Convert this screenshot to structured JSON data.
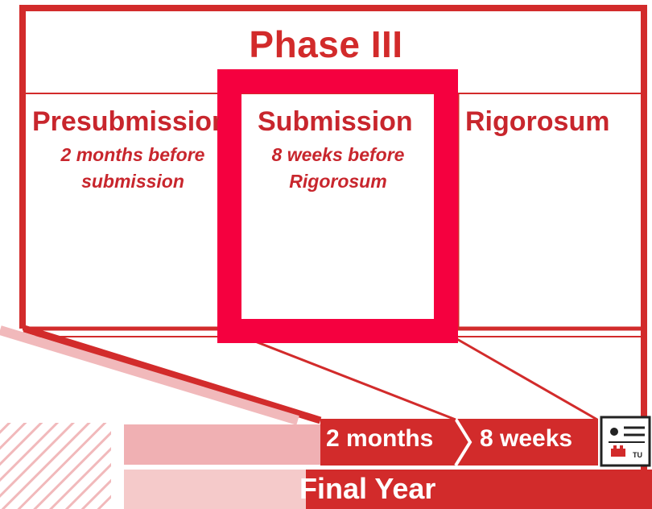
{
  "phase": {
    "title": "Phase III"
  },
  "columns": [
    {
      "heading": "Presubmission",
      "sub_line1": "2 months before",
      "sub_line2": "submission"
    },
    {
      "heading": "Submission",
      "sub_line1": "8 weeks before",
      "sub_line2": "Rigorosum"
    },
    {
      "heading": "Rigorosum",
      "sub_line1": "",
      "sub_line2": ""
    }
  ],
  "timeline": {
    "segment1": "2 months",
    "segment2": "8 weeks",
    "final": "Final Year"
  },
  "icons": {
    "end": "certificate-icon",
    "logo_text": "TU"
  },
  "colors": {
    "primary_red": "#d22b2b",
    "highlight": "#f5003f",
    "pale_red": "#f0b0b3",
    "light_red": "#f5caca"
  }
}
